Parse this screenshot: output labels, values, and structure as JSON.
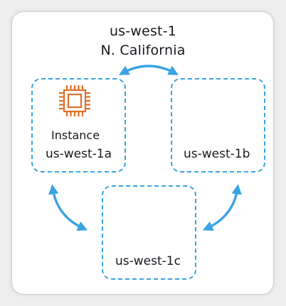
{
  "region": {
    "code": "us-west-1",
    "name": "N. California"
  },
  "zones": [
    {
      "label": "us-west-1a"
    },
    {
      "label": "us-west-1b"
    },
    {
      "label": "us-west-1c"
    }
  ],
  "instance": {
    "label": "Instance",
    "icon": "ec2-instance-chip-icon"
  },
  "colors": {
    "background": "#eeeeee",
    "card": "#ffffff",
    "dashed_border": "#3aa3e3",
    "arrow": "#3aa3e3",
    "instance_icon": "#e0702a",
    "text": "#16191f"
  }
}
